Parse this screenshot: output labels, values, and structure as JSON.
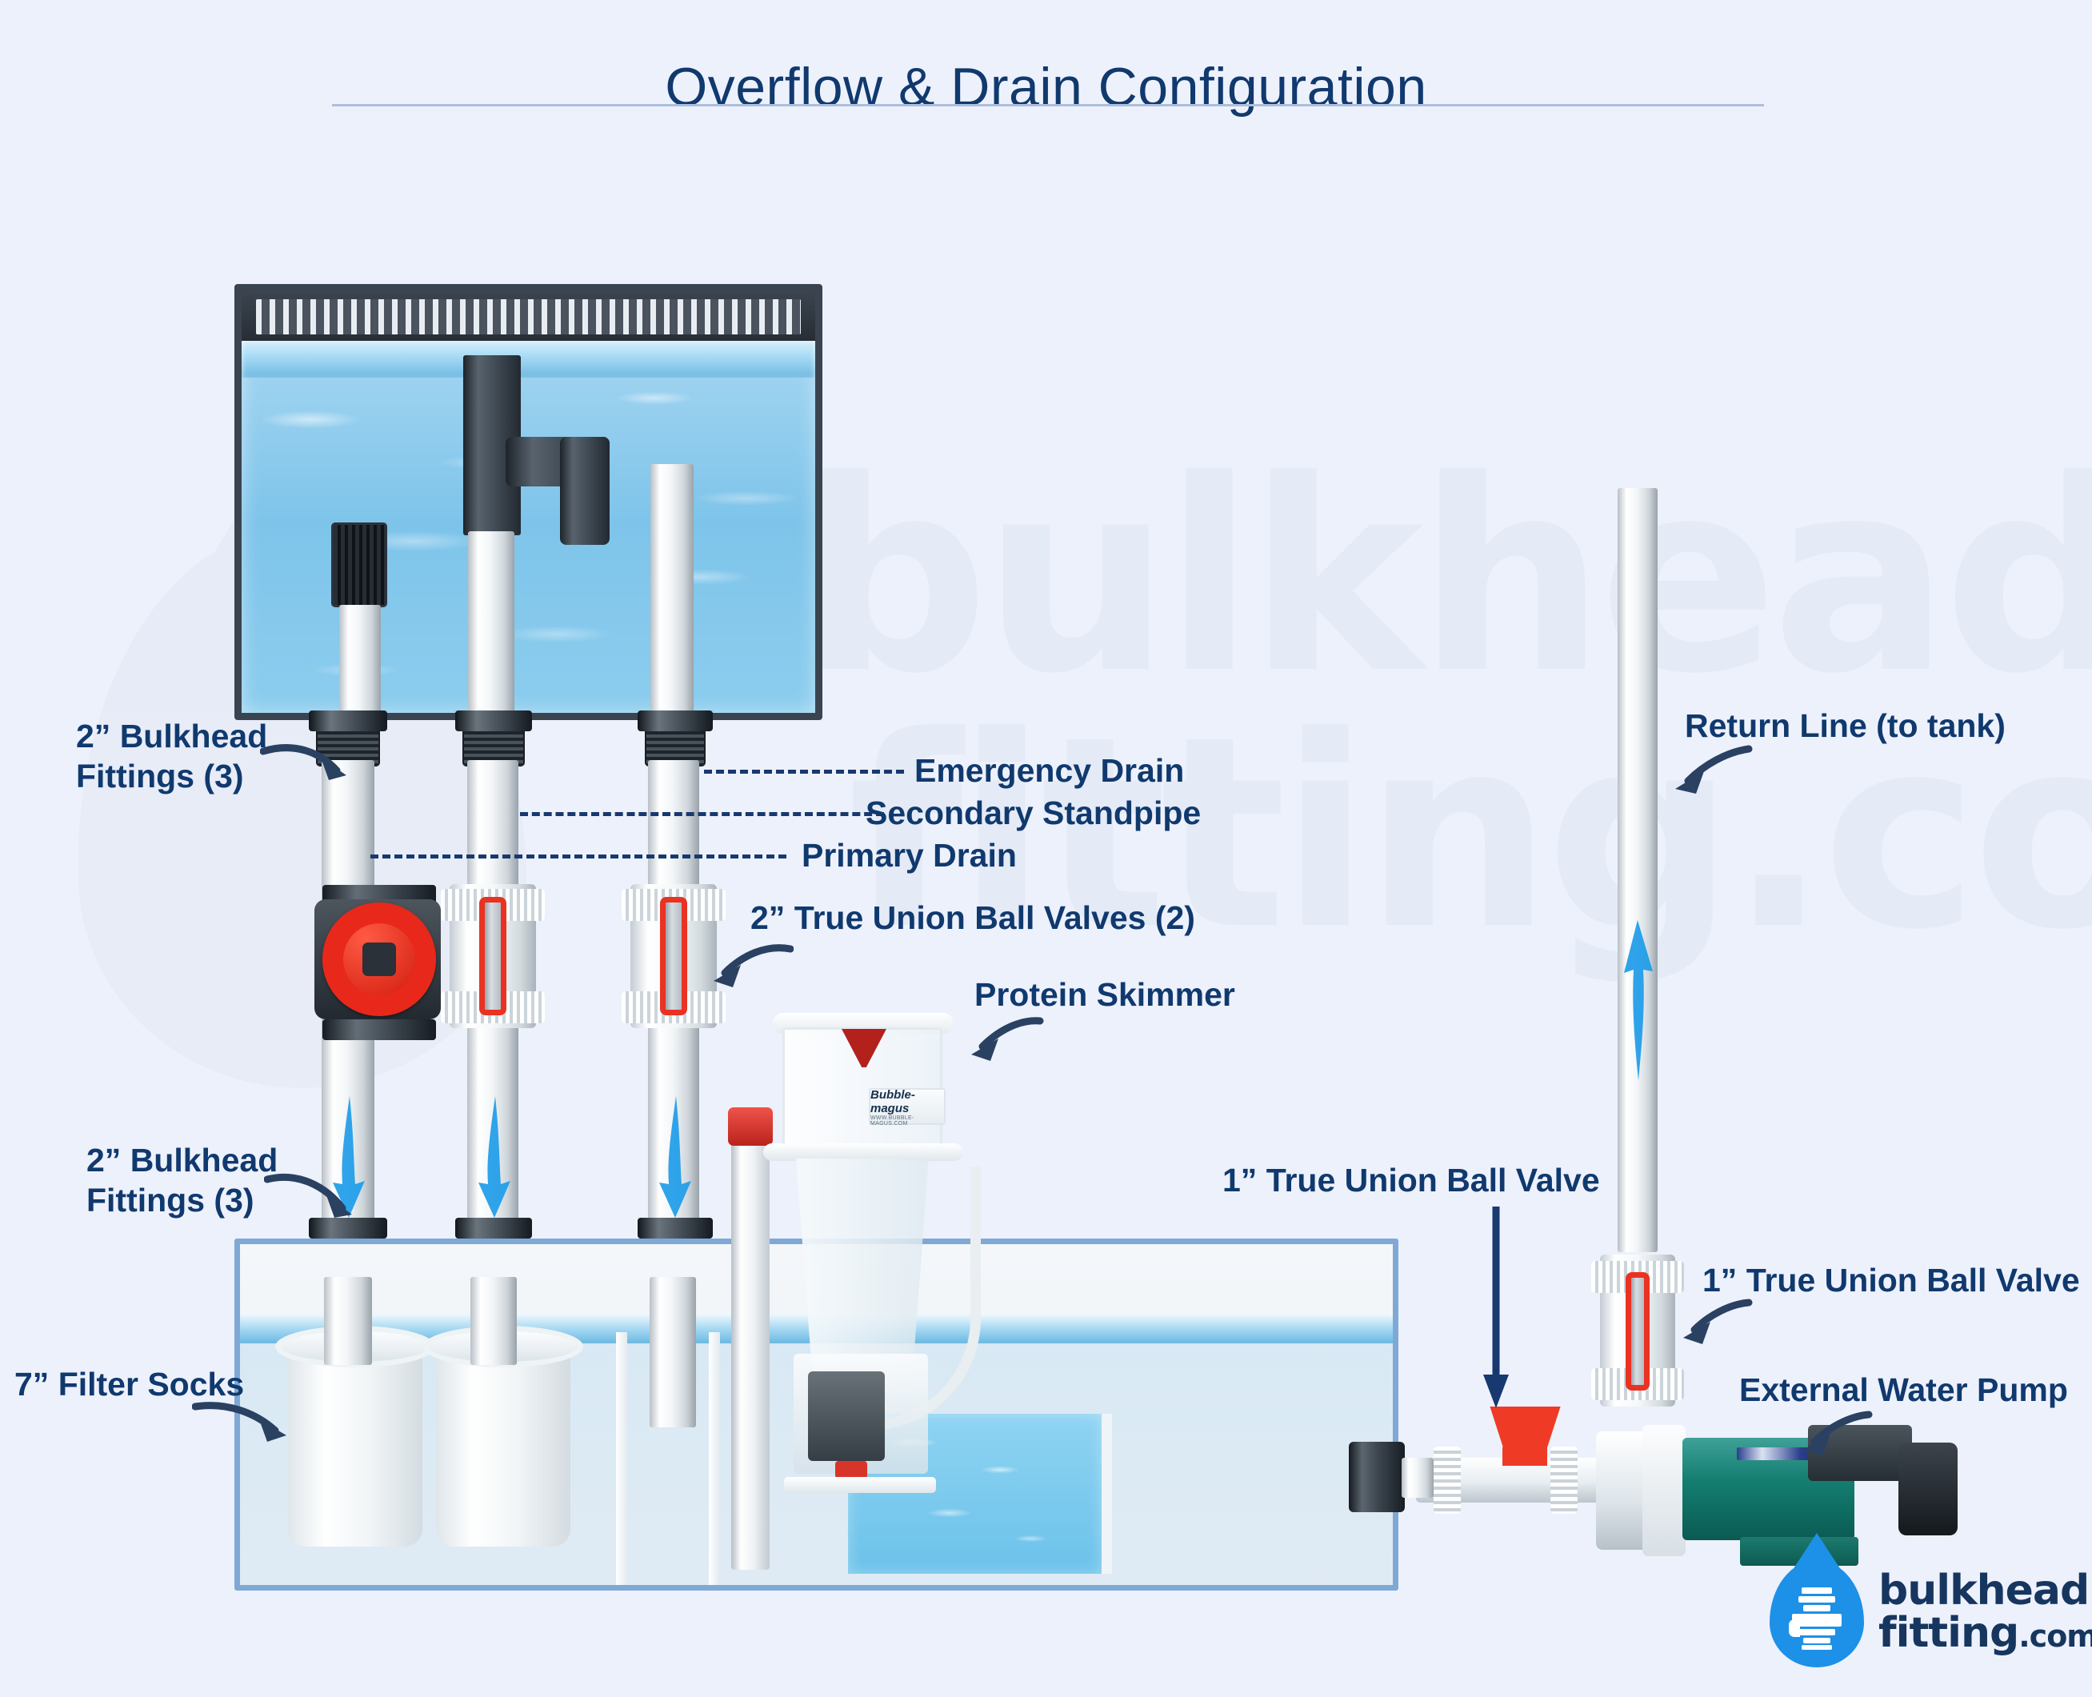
{
  "page": {
    "title": "Overflow & Drain Configuration",
    "background_color": "#edf1fb",
    "label_color": "#10396e",
    "accent_red": "#ea3223",
    "accent_blue": "#1d90e8",
    "pump_color": "#157f72"
  },
  "watermark": {
    "line1": "bulkhead",
    "line2": "fitting.com"
  },
  "labels": {
    "bulkhead_top": "2” Bulkhead\nFittings (3)",
    "bulkhead_top_line1": "2” Bulkhead",
    "bulkhead_top_line2": "Fittings (3)",
    "bulkhead_bottom_line1": "2” Bulkhead",
    "bulkhead_bottom_line2": "Fittings (3)",
    "emergency_drain": "Emergency Drain",
    "secondary_standpipe": "Secondary Standpipe",
    "primary_drain": "Primary Drain",
    "true_union_2in": "2” True Union Ball Valves (2)",
    "protein_skimmer": "Protein Skimmer",
    "filter_socks": "7” Filter Socks",
    "return_line": "Return Line (to tank)",
    "true_union_1in_left": "1” True Union Ball Valve",
    "true_union_1in_right": "1” True Union Ball Valve",
    "external_pump": "External Water Pump"
  },
  "skimmer_badge": {
    "brand": "Bubble-magus",
    "url": "WWW.BUBBLE-MAGUS.COM"
  },
  "logo": {
    "line1": "bulkhead",
    "line2": "fitting",
    "tld": ".com"
  },
  "flow": {
    "drain_direction": "down",
    "return_direction": "up",
    "arrow_color": "#1e9ce8"
  }
}
